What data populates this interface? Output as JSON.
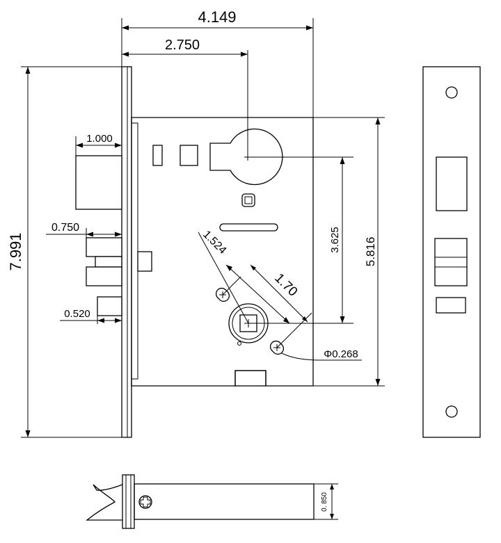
{
  "dimensions": {
    "overall_width": "4.149",
    "backset": "2.750",
    "overall_height": "7.991",
    "case_height": "5.816",
    "hub_to_cylinder": "3.625",
    "latch_projection": "1.000",
    "deadbolt_projection": "0.750",
    "guard_projection": "0.520",
    "diag_a": "1.524",
    "diag_b": "1.70",
    "mount_hole": "Φ0.268",
    "case_thickness": "0. 850"
  },
  "colors": {
    "line": "#000000",
    "background": "#ffffff"
  }
}
